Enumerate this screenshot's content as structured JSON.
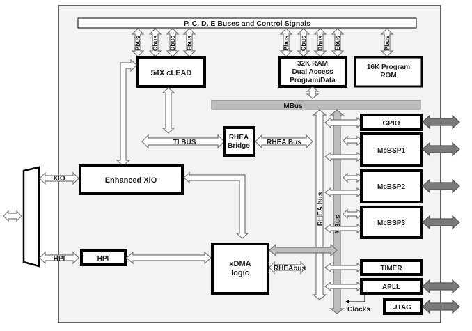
{
  "diagram": {
    "title_bus": "P, C, D, E Buses and Control Signals",
    "cpu_bus_labels": [
      "Pbus",
      "Cbus",
      "Dbus",
      "Ebus"
    ],
    "ram_bus_labels": [
      "Pbus",
      "Cbus",
      "Dbus",
      "Ebus"
    ],
    "rom_bus_label": "Pbus",
    "blocks": {
      "cpu": "54X cLEAD",
      "ram": [
        "32K RAM",
        "Dual Access",
        "Program/Data"
      ],
      "rom": [
        "16K Program",
        "ROM"
      ],
      "rhea_bridge": [
        "RHEA",
        "Bridge"
      ],
      "enhanced_xio": "Enhanced XIO",
      "hpi": "HPI",
      "xdma": [
        "xDMA",
        "logic"
      ],
      "gpio": "GPIO",
      "mcbsp1": "McBSP1",
      "mcbsp2": "McBSP2",
      "mcbsp3": "McBSP3",
      "timer": "TIMER",
      "apll": "APLL",
      "jtag": "JTAG"
    },
    "buses": {
      "mbus_horizontal": "MBus",
      "mbus_vertical": "MBus",
      "rhea_vertical": "RHEA bus",
      "ti_bus": "TI BUS",
      "rhea_bus": "RHEA Bus",
      "rheabus_xdma": "RHEAbus",
      "xio": "XIO",
      "hpi_link": "HPI",
      "clocks": "Clocks"
    },
    "colors": {
      "chip_background": "#f3f3f3",
      "mbus_fill": "#bdbdbd",
      "external_arrow_fill": "#7a7a7a",
      "block_border": "#000000"
    }
  }
}
